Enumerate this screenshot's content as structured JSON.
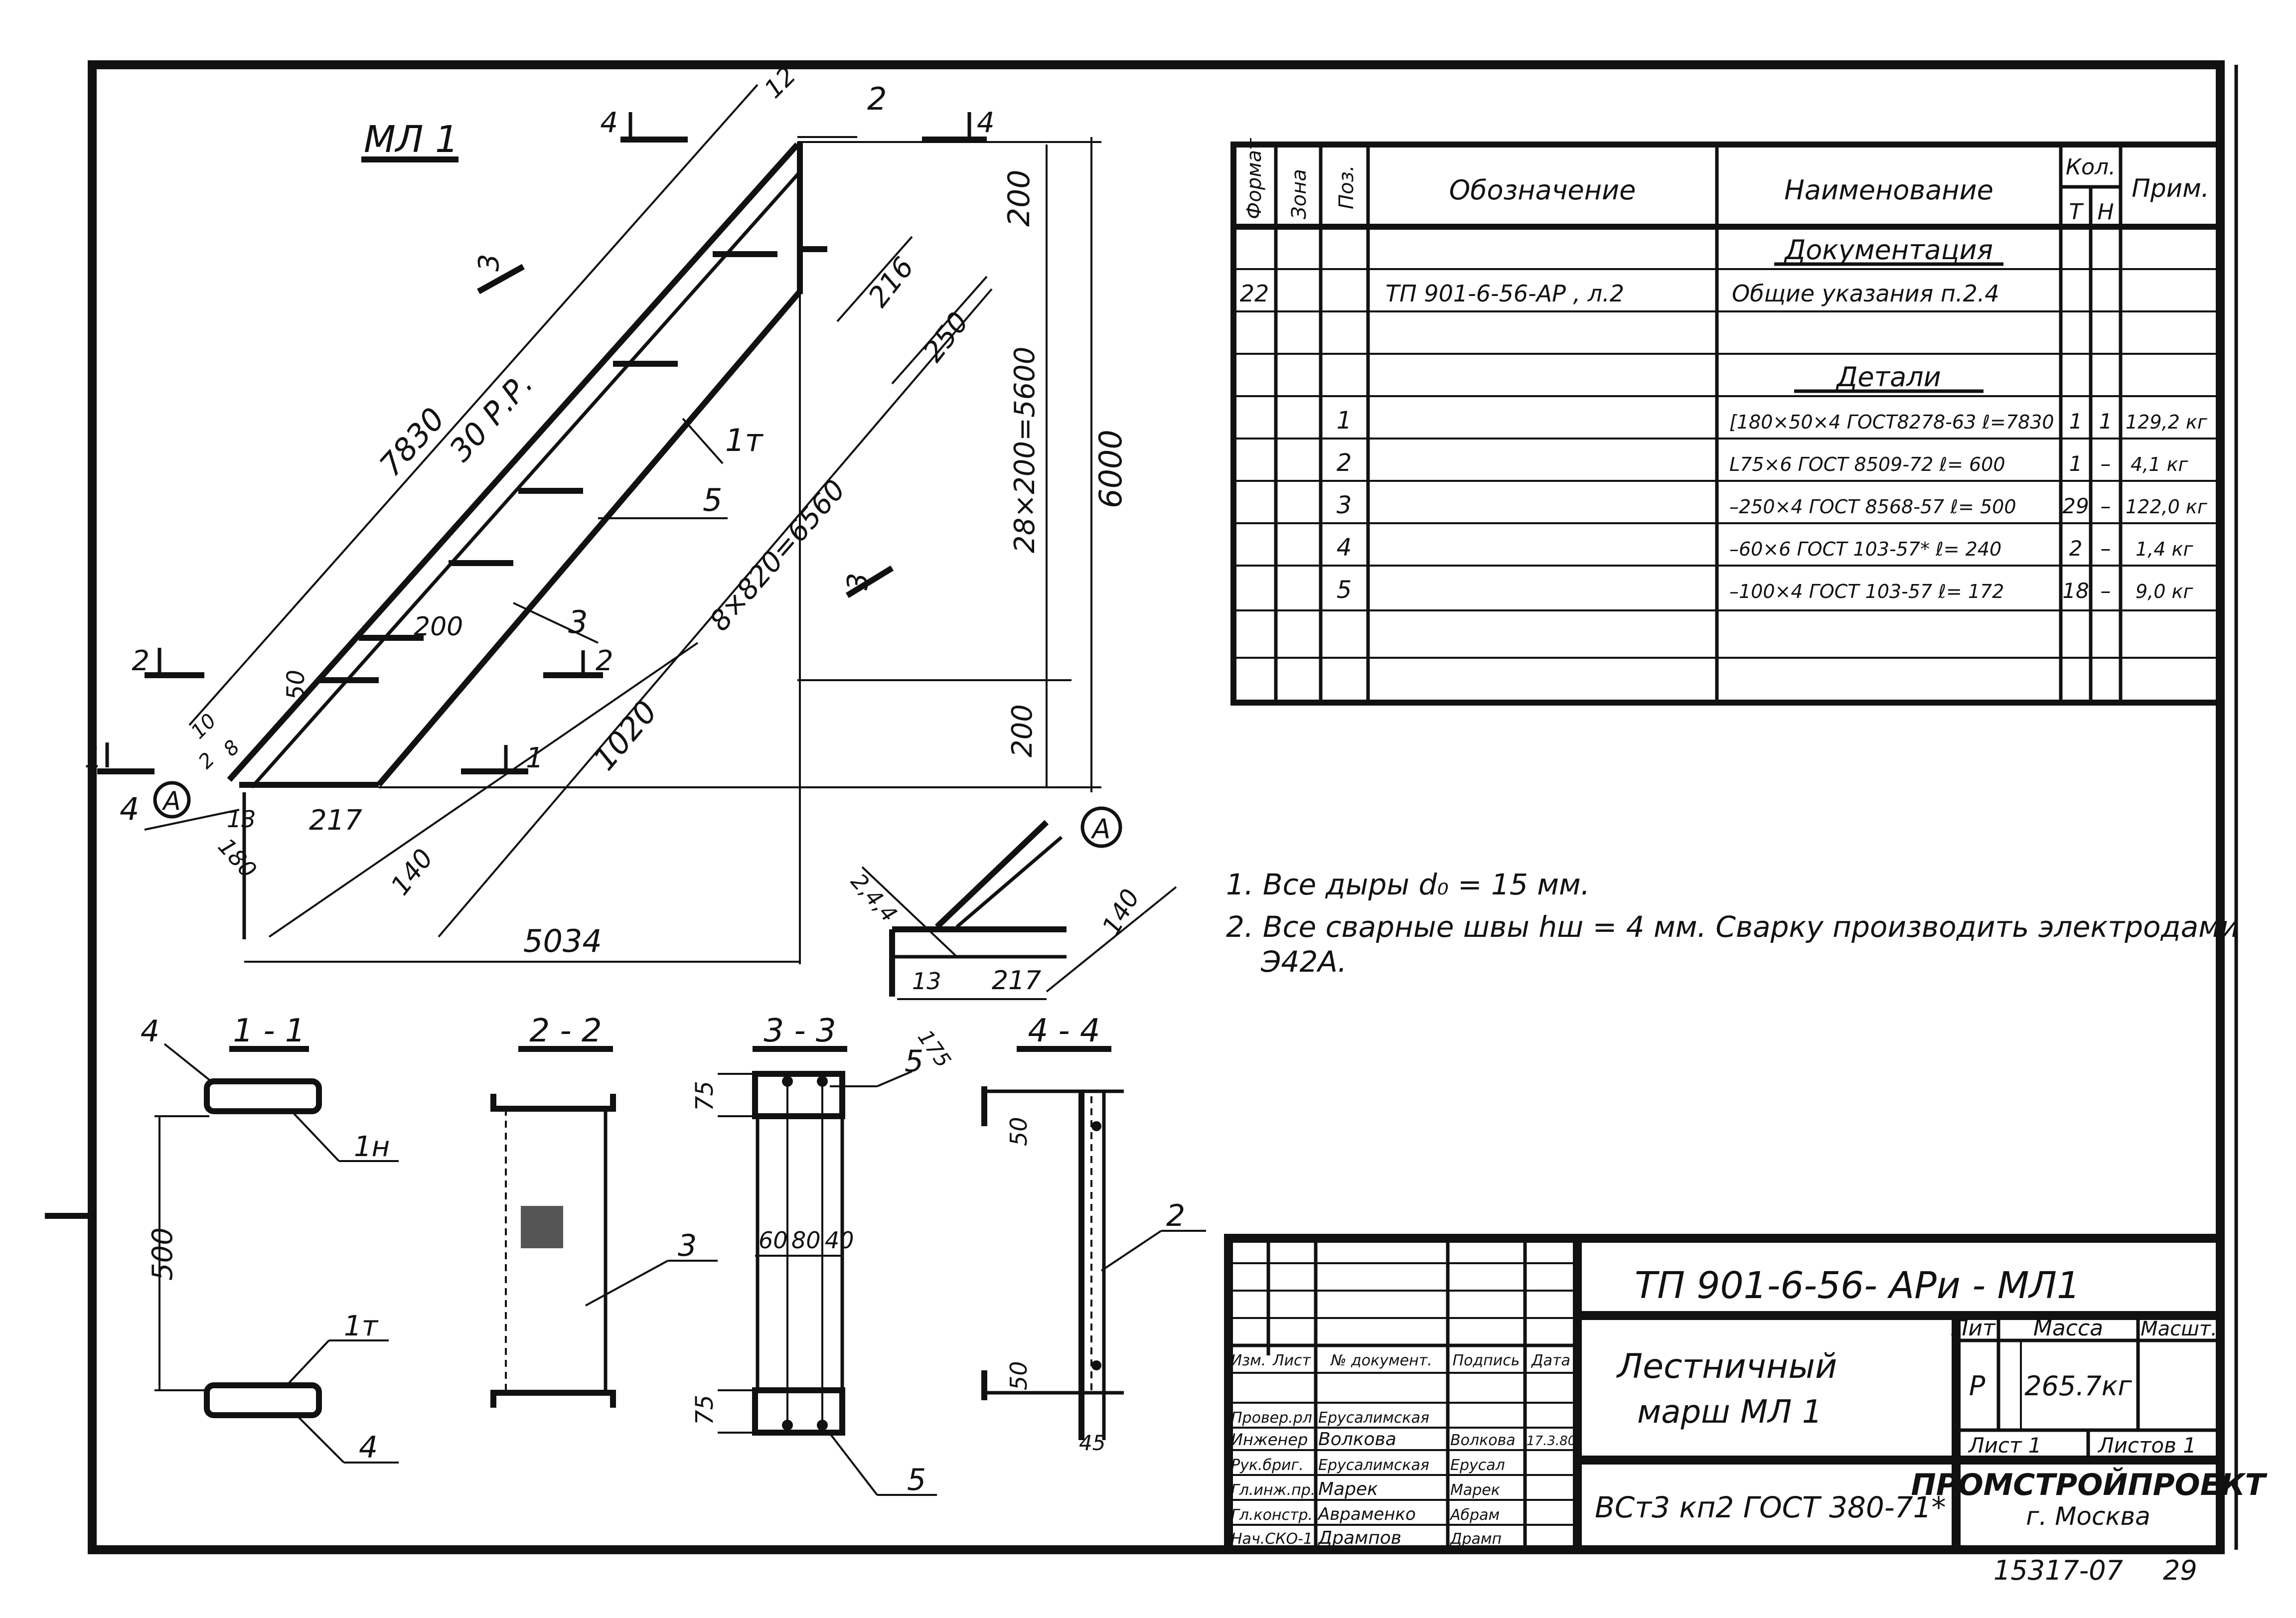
{
  "drawing": {
    "title": "МЛ 1",
    "dims": {
      "d7830": "7830",
      "d30rp": "30 Р.Р.",
      "d12": "12",
      "d200top": "200",
      "d216": "216",
      "d250": "250",
      "d28x200": "28×200=5600",
      "d8x820": "8×820=6560",
      "d6000": "6000",
      "d200mid": "200",
      "d200bot": "200",
      "d50": "50",
      "d10": "10",
      "d2": "2",
      "d8": "8",
      "d13": "13",
      "d217": "217",
      "d140": "140",
      "d180": "180",
      "d1020": "1020",
      "d5034": "5034"
    },
    "positions": {
      "p1t": "1т",
      "p2": "2",
      "p3": "3",
      "p4": "4",
      "p5": "5",
      "p1h": "1н"
    },
    "cuts": {
      "c1": "1",
      "c2": "2",
      "c3": "3",
      "c4": "4"
    },
    "node": {
      "label": "А",
      "d244": "2,4,4",
      "d140": "140",
      "d13": "13",
      "d217": "217",
      "d175": "175"
    },
    "sections": {
      "s11": "1 - 1",
      "s22": "2 - 2",
      "s33": "3 - 3",
      "s44": "4 - 4",
      "d500": "500",
      "d75a": "75",
      "d75b": "75",
      "d60": "60",
      "d80": "80",
      "d40": "40",
      "d50a": "50",
      "d50b": "50",
      "d45": "45"
    }
  },
  "notes": [
    "1. Все дыры d₀ = 15 мм.",
    "2. Все сварные швы hш = 4 мм. Сварку производить электродами",
    "Э42А."
  ],
  "spec": {
    "headers": {
      "format": "Формат",
      "zone": "Зона",
      "pos": "Поз.",
      "designation": "Обозначение",
      "name": "Наименование",
      "qty": "Кол.",
      "qty_t": "Т",
      "qty_n": "Н",
      "note": "Прим."
    },
    "section_docs": "Документация",
    "section_parts": "Детали",
    "doc_row": {
      "format": "22",
      "designation": "ТП 901-6-56-АР , л.2",
      "name": "Общие указания п.2.4"
    },
    "rows": [
      {
        "pos": "1",
        "name": "[180×50×4 ГОСТ8278-63 ℓ=7830",
        "t": "1",
        "n": "1",
        "note": "129,2 кг"
      },
      {
        "pos": "2",
        "name": "L75×6 ГОСТ 8509-72 ℓ= 600",
        "t": "1",
        "n": "–",
        "note": "4,1 кг"
      },
      {
        "pos": "3",
        "name": "–250×4 ГОСТ 8568-57 ℓ= 500",
        "t": "29",
        "n": "–",
        "note": "122,0 кг"
      },
      {
        "pos": "4",
        "name": "–60×6 ГОСТ 103-57* ℓ= 240",
        "t": "2",
        "n": "–",
        "note": "1,4 кг"
      },
      {
        "pos": "5",
        "name": "–100×4 ГОСТ 103-57 ℓ= 172",
        "t": "18",
        "n": "–",
        "note": "9,0 кг"
      }
    ]
  },
  "titleblock": {
    "code": "ТП 901-6-56- АРи - МЛ1",
    "name_l1": "Лестничный",
    "name_l2": "марш МЛ 1",
    "material": "ВСт3 кп2 ГОСТ 380-71*",
    "lit_label": "Лит.",
    "mass_label": "Масса",
    "scale_label": "Масшт.",
    "lit": "Р",
    "mass": "265.7кг",
    "sheet_label": "Лист 1",
    "sheets_label": "Листов 1",
    "org": "ПРОМСТРОЙПРОЕКТ",
    "city": "г. Москва",
    "cols": {
      "izm": "Изм.",
      "list": "Лист",
      "doc": "№ документ.",
      "sign": "Подпись",
      "date": "Дата"
    },
    "staff": [
      {
        "role": "Провер.рл",
        "name": "Ерусалимская",
        "sign": "",
        "date": ""
      },
      {
        "role": "Инженер",
        "name": "Волкова",
        "sign": "Волкова",
        "date": "17.3.80"
      },
      {
        "role": "Рук.бриг.",
        "name": "Ерусалимская",
        "sign": "Ерусал",
        "date": ""
      },
      {
        "role": "Гл.инж.пр.",
        "name": "Марек",
        "sign": "Марек",
        "date": ""
      },
      {
        "role": "Гл.констр.",
        "name": "Авраменко",
        "sign": "Абрам",
        "date": ""
      },
      {
        "role": "Нач.СКО-1",
        "name": "Дрампов",
        "sign": "Драмп",
        "date": ""
      }
    ],
    "stamp_num": "15317-07",
    "page_num": "29"
  }
}
